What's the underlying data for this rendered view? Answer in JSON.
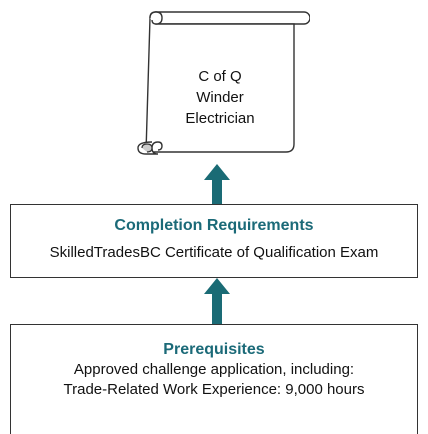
{
  "colors": {
    "arrow": "#1a6b75",
    "title": "#1b6a78",
    "outline": "#333333"
  },
  "certificate": {
    "icon": "scroll-icon",
    "lines": [
      "C of Q",
      "Winder",
      "Electrician"
    ]
  },
  "completion": {
    "title": "Completion Requirements",
    "lines": [
      "SkilledTradesBC Certificate of Qualification Exam"
    ]
  },
  "prerequisites": {
    "title": "Prerequisites",
    "lines": [
      "Approved challenge application, including:",
      "Trade-Related Work Experience: 9,000 hours"
    ]
  }
}
